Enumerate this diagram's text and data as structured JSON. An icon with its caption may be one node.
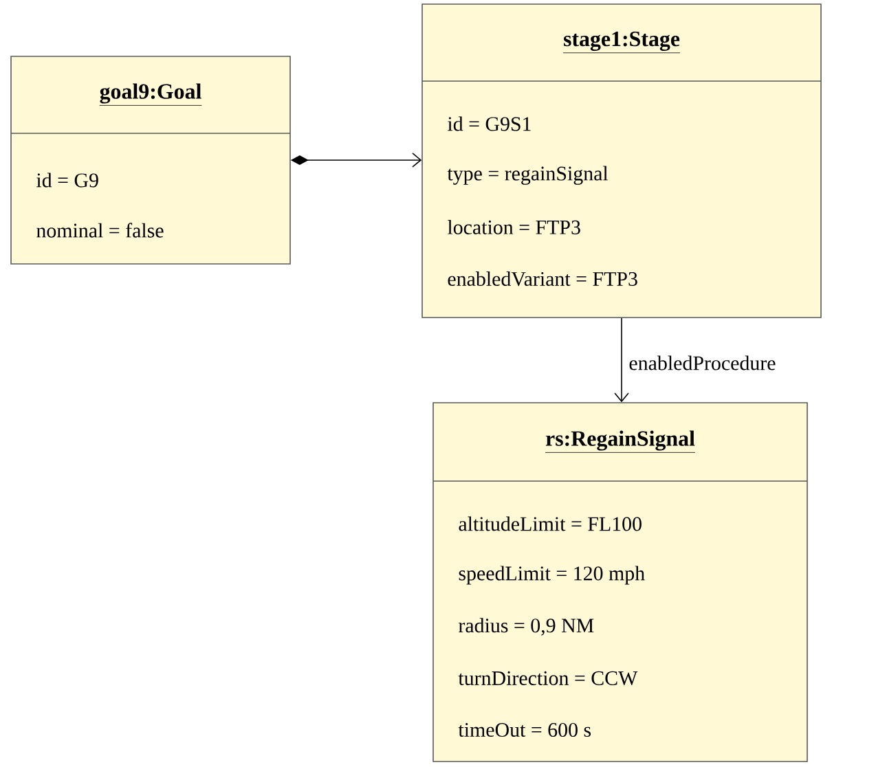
{
  "diagram": {
    "nodes": [
      {
        "text": [
          "goal9:Goal",
          "id = G9",
          "nominal = false"
        ]
      },
      {
        "text": [
          "stage1:Stage",
          "id = G9S1",
          "type = regainSignal",
          "location = FTP3",
          "enabledVariant = FTP3"
        ]
      },
      {
        "text": [
          "rs:RegainSignal",
          "altitudeLimit = FL100",
          "speedLimit = 120 mph",
          "radius = 0,9 NM",
          "turnDirection = CCW",
          "timeOut = 600 s"
        ]
      }
    ],
    "edges": [
      {
        "from": 0,
        "to": 1,
        "arrow": "to"
      },
      {
        "from": 1,
        "to": 2,
        "arrow": "to",
        "label": "enabledProcedure"
      }
    ]
  }
}
